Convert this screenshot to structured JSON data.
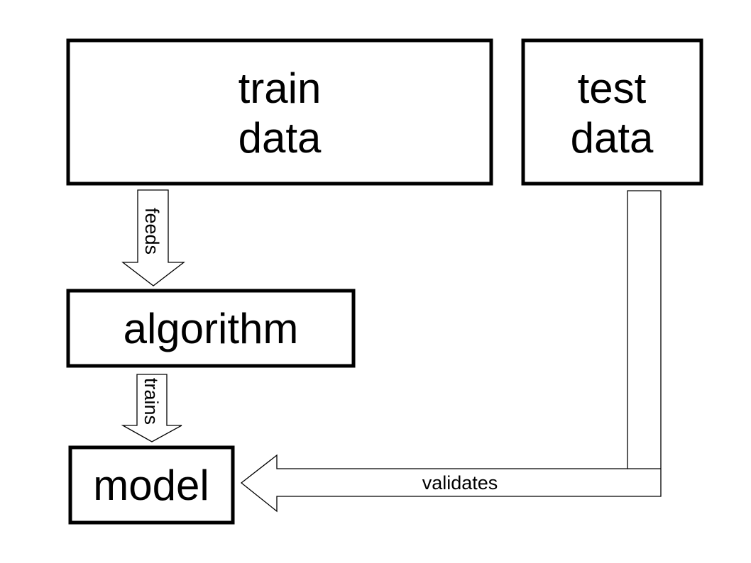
{
  "nodes": {
    "train_data": {
      "line1": "train",
      "line2": "data"
    },
    "test_data": {
      "line1": "test",
      "line2": "data"
    },
    "algorithm": {
      "label": "algorithm"
    },
    "model": {
      "label": "model"
    }
  },
  "edges": {
    "feeds": {
      "label": "feeds"
    },
    "trains": {
      "label": "trains"
    },
    "validates": {
      "label": "validates"
    }
  },
  "colors": {
    "stroke": "#000000",
    "fill": "#ffffff"
  }
}
